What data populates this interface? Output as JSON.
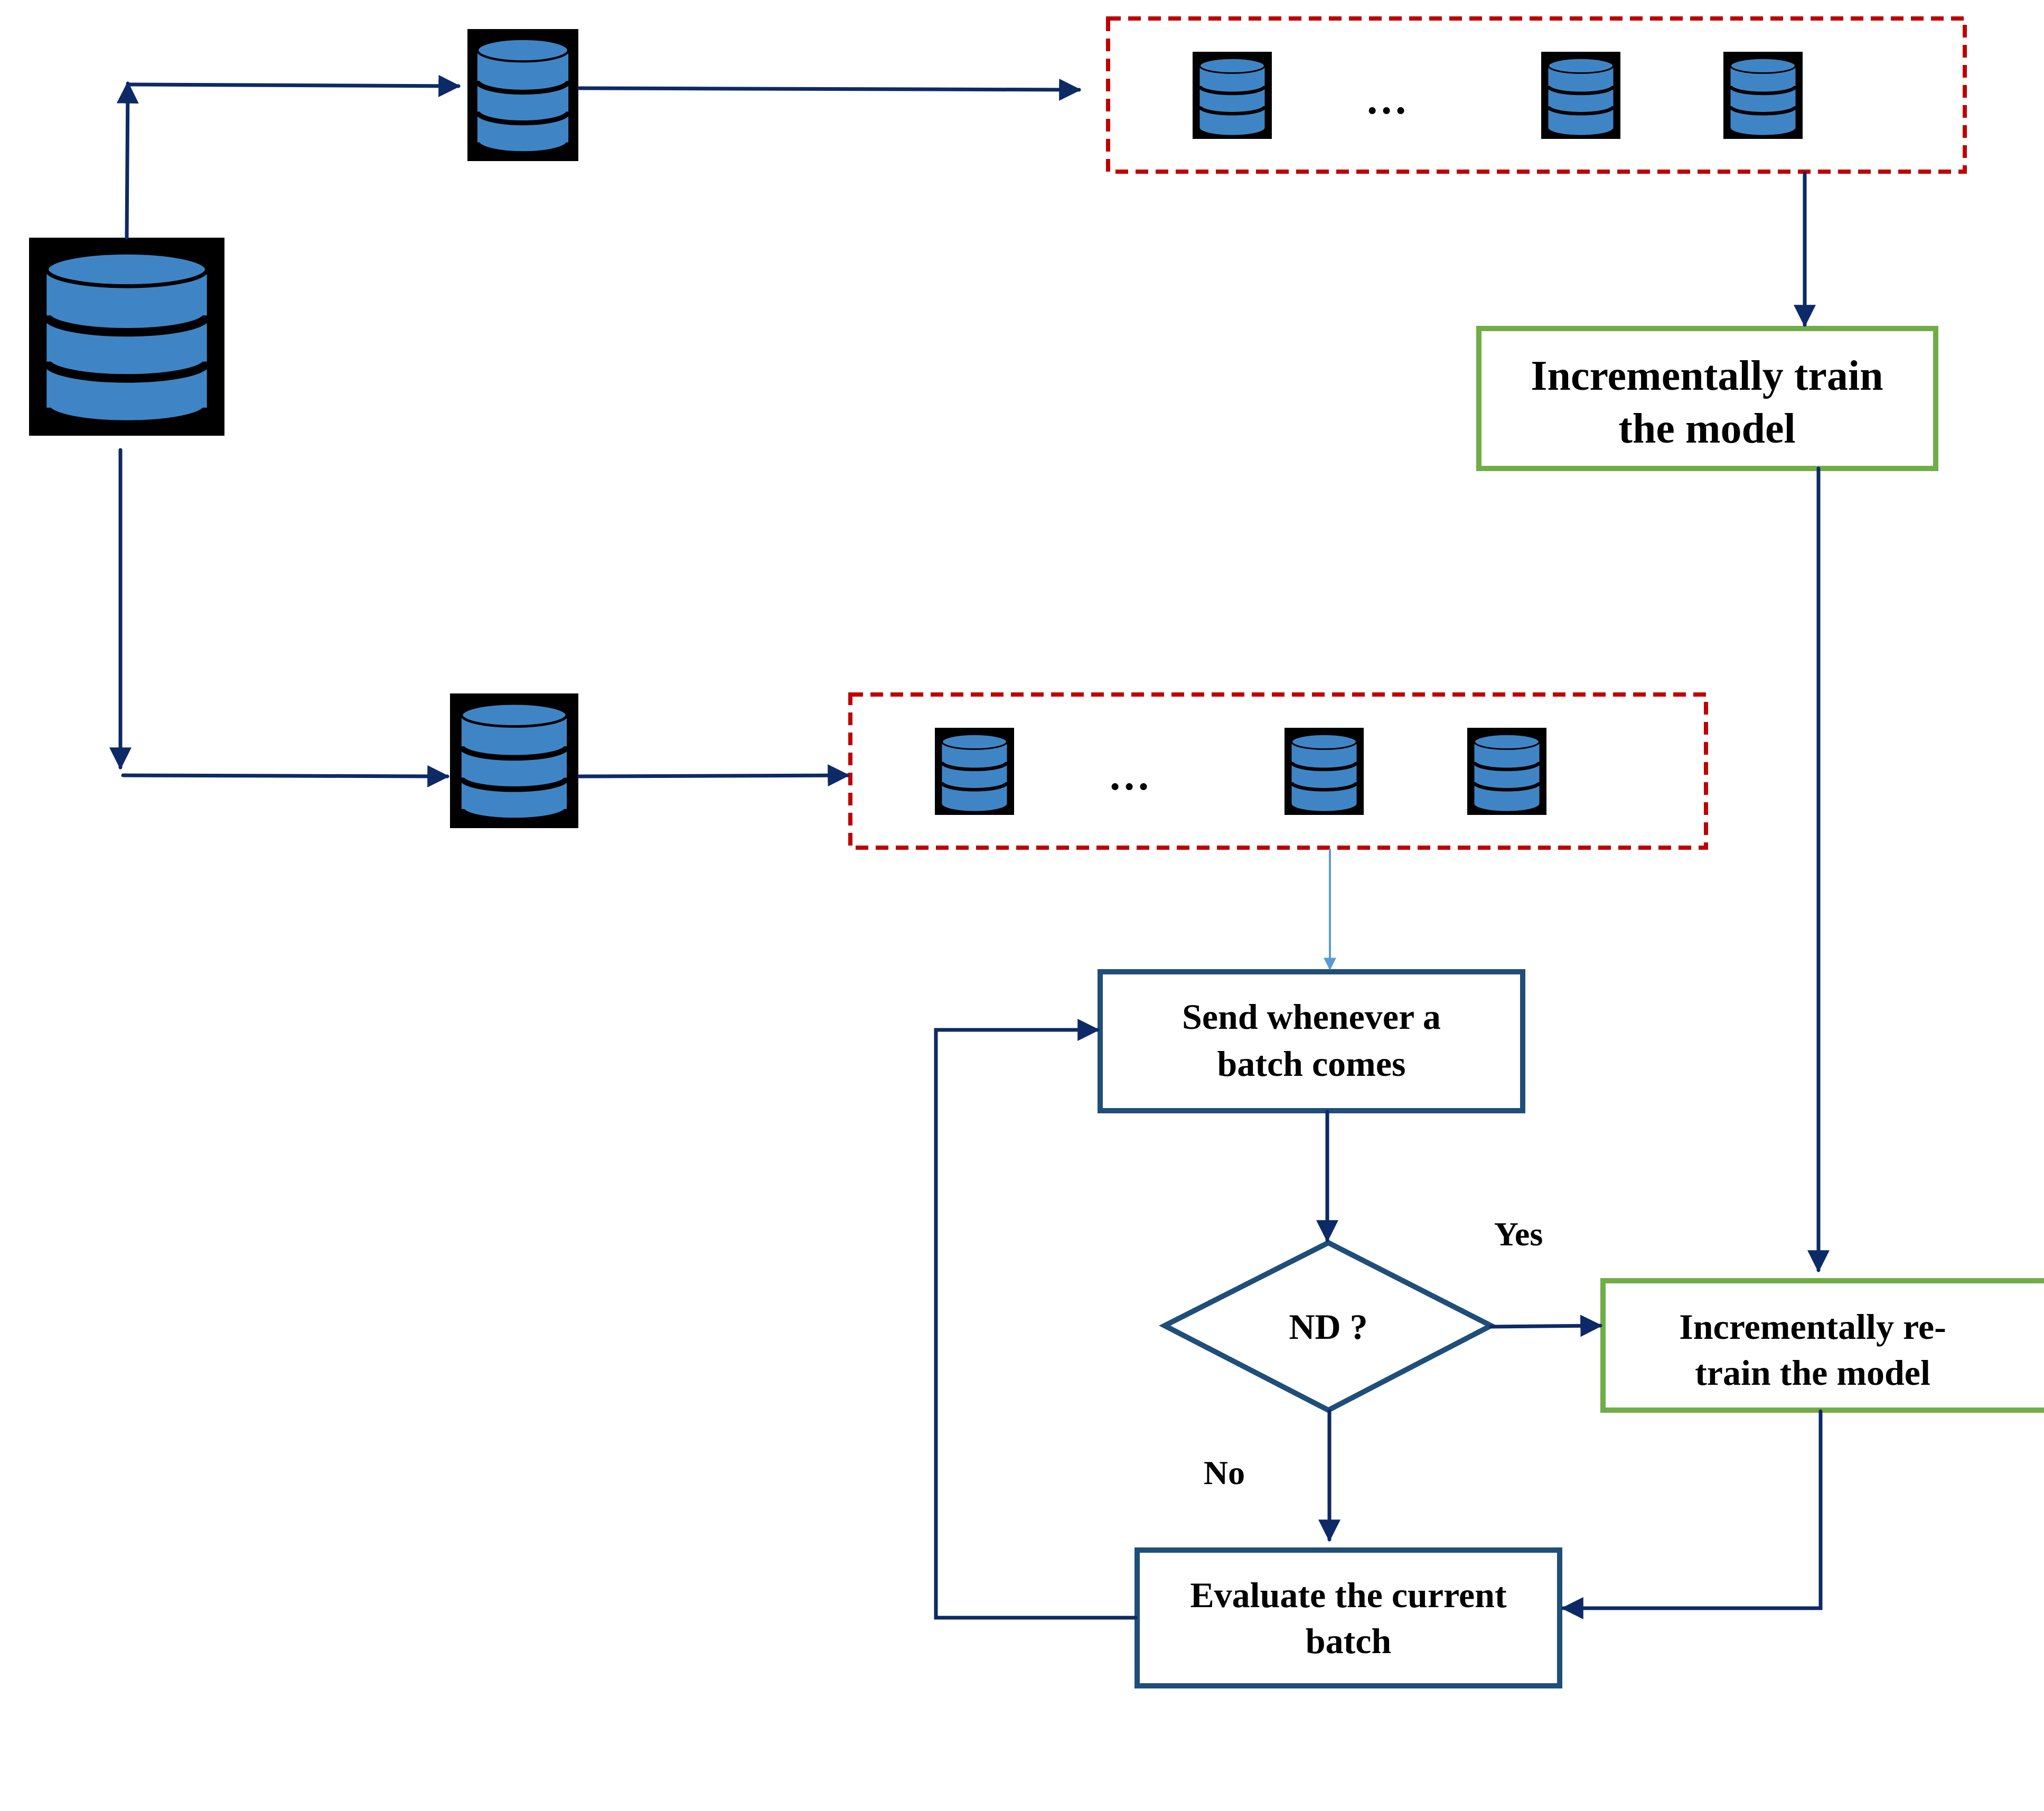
{
  "colors": {
    "arrow": "#0d2a66",
    "arrow_light": "#5b9bd5",
    "db_fill": "#3f85c6",
    "db_bg": "#000000",
    "batch_border": "#c00000",
    "train_border": "#70ad47",
    "process_border": "#1f4e79"
  },
  "icons": [
    "database-icon"
  ],
  "nodes": {
    "train_box": {
      "line1": "Incrementally train",
      "line2": "the model"
    },
    "send_box": {
      "line1": "Send whenever a",
      "line2": "batch comes"
    },
    "decision": {
      "label": "ND ?"
    },
    "retrain_box": {
      "line1": "Incrementally re-",
      "line2": "train the model"
    },
    "evaluate_box": {
      "line1": "Evaluate the current",
      "line2": "batch"
    }
  },
  "edge_labels": {
    "yes": "Yes",
    "no": "No"
  },
  "batches": {
    "ellipsis": "…"
  }
}
